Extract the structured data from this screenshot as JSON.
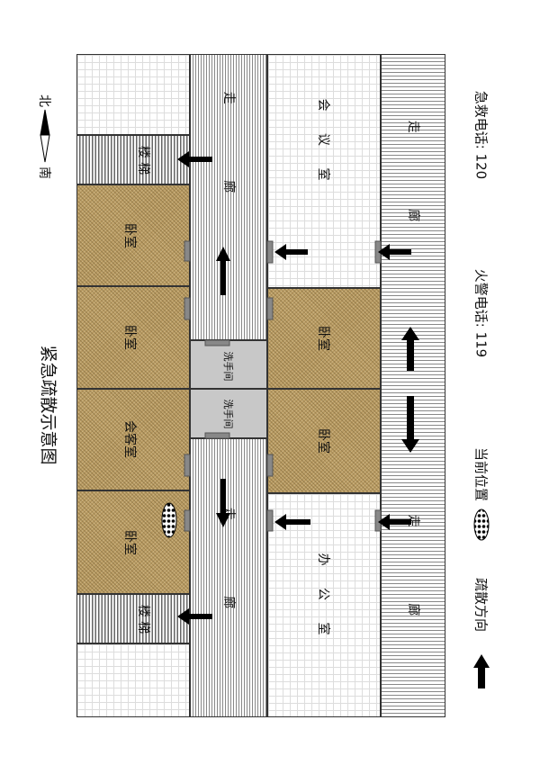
{
  "title": "紧急疏散示意图",
  "compass": {
    "north": "北",
    "south": "南"
  },
  "rooms": {
    "stair_top": "楼 梯",
    "stair_bottom": "楼 梯",
    "bedroom1": "卧室",
    "bedroom2": "卧室",
    "living": "会客室",
    "bedroom3": "卧室",
    "corridor1_top": "走 廊",
    "corridor1_bottom": "走 廊",
    "wash1": "洗手间",
    "wash2": "洗手间",
    "meeting": "会 议 室",
    "bedroom4": "卧室",
    "bedroom5": "卧室",
    "office": "办 公 室",
    "corridor2_top": "走 廊",
    "corridor2_bottom": "走 廊"
  },
  "legend": {
    "evac": "疏散方向",
    "location": "当前位置",
    "fire": "火警电话: 119",
    "ambulance": "急救电话: 120"
  },
  "colors": {
    "room": "#b89a62",
    "door": "#888888",
    "arrow": "#000000"
  }
}
